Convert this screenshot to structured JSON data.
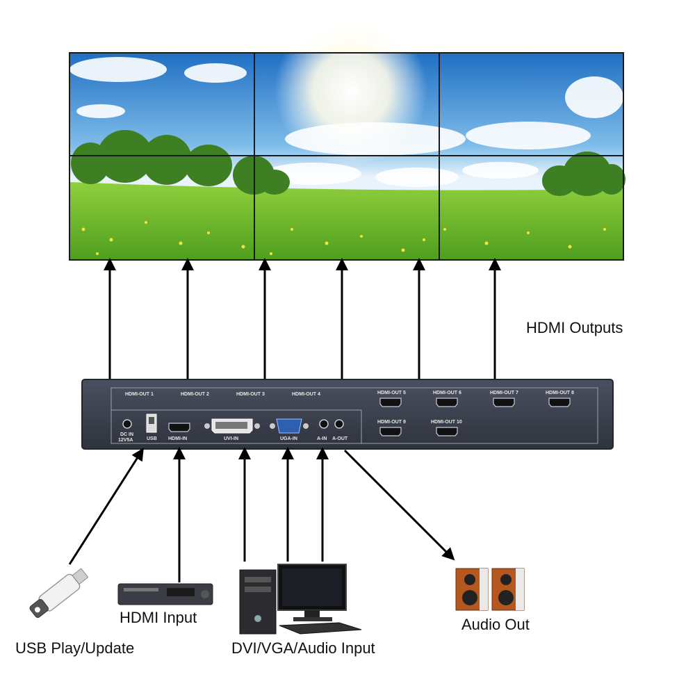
{
  "labels": {
    "hdmi_outputs": "HDMI Outputs",
    "usb_play": "USB Play/Update",
    "hdmi_input": "HDMI Input",
    "dvi_vga_audio": "DVI/VGA/Audio Input",
    "audio_out": "Audio Out"
  },
  "device": {
    "outputs": [
      "HDMI-OUT 1",
      "HDMI-OUT 2",
      "HDMI-OUT 3",
      "HDMI-OUT 4",
      "HDMI-OUT 5",
      "HDMI-OUT 6",
      "HDMI-OUT 7",
      "HDMI-OUT 8",
      "HDMI-OUT 9",
      "HDMI-OUT 10"
    ],
    "inputs": {
      "dc": "DC IN",
      "dc2": "12V5A",
      "usb": "USB",
      "hdmi_in": "HDMI-IN",
      "dvi_in": "UVI-IN",
      "vga_in": "UGA-IN",
      "a_in": "A-IN",
      "a_out": "A-OUT"
    }
  },
  "colors": {
    "device_body": "#3a3f4b",
    "sky_top": "#1f6fc4",
    "grass": "#6cbf2e",
    "arrow": "#000000"
  }
}
